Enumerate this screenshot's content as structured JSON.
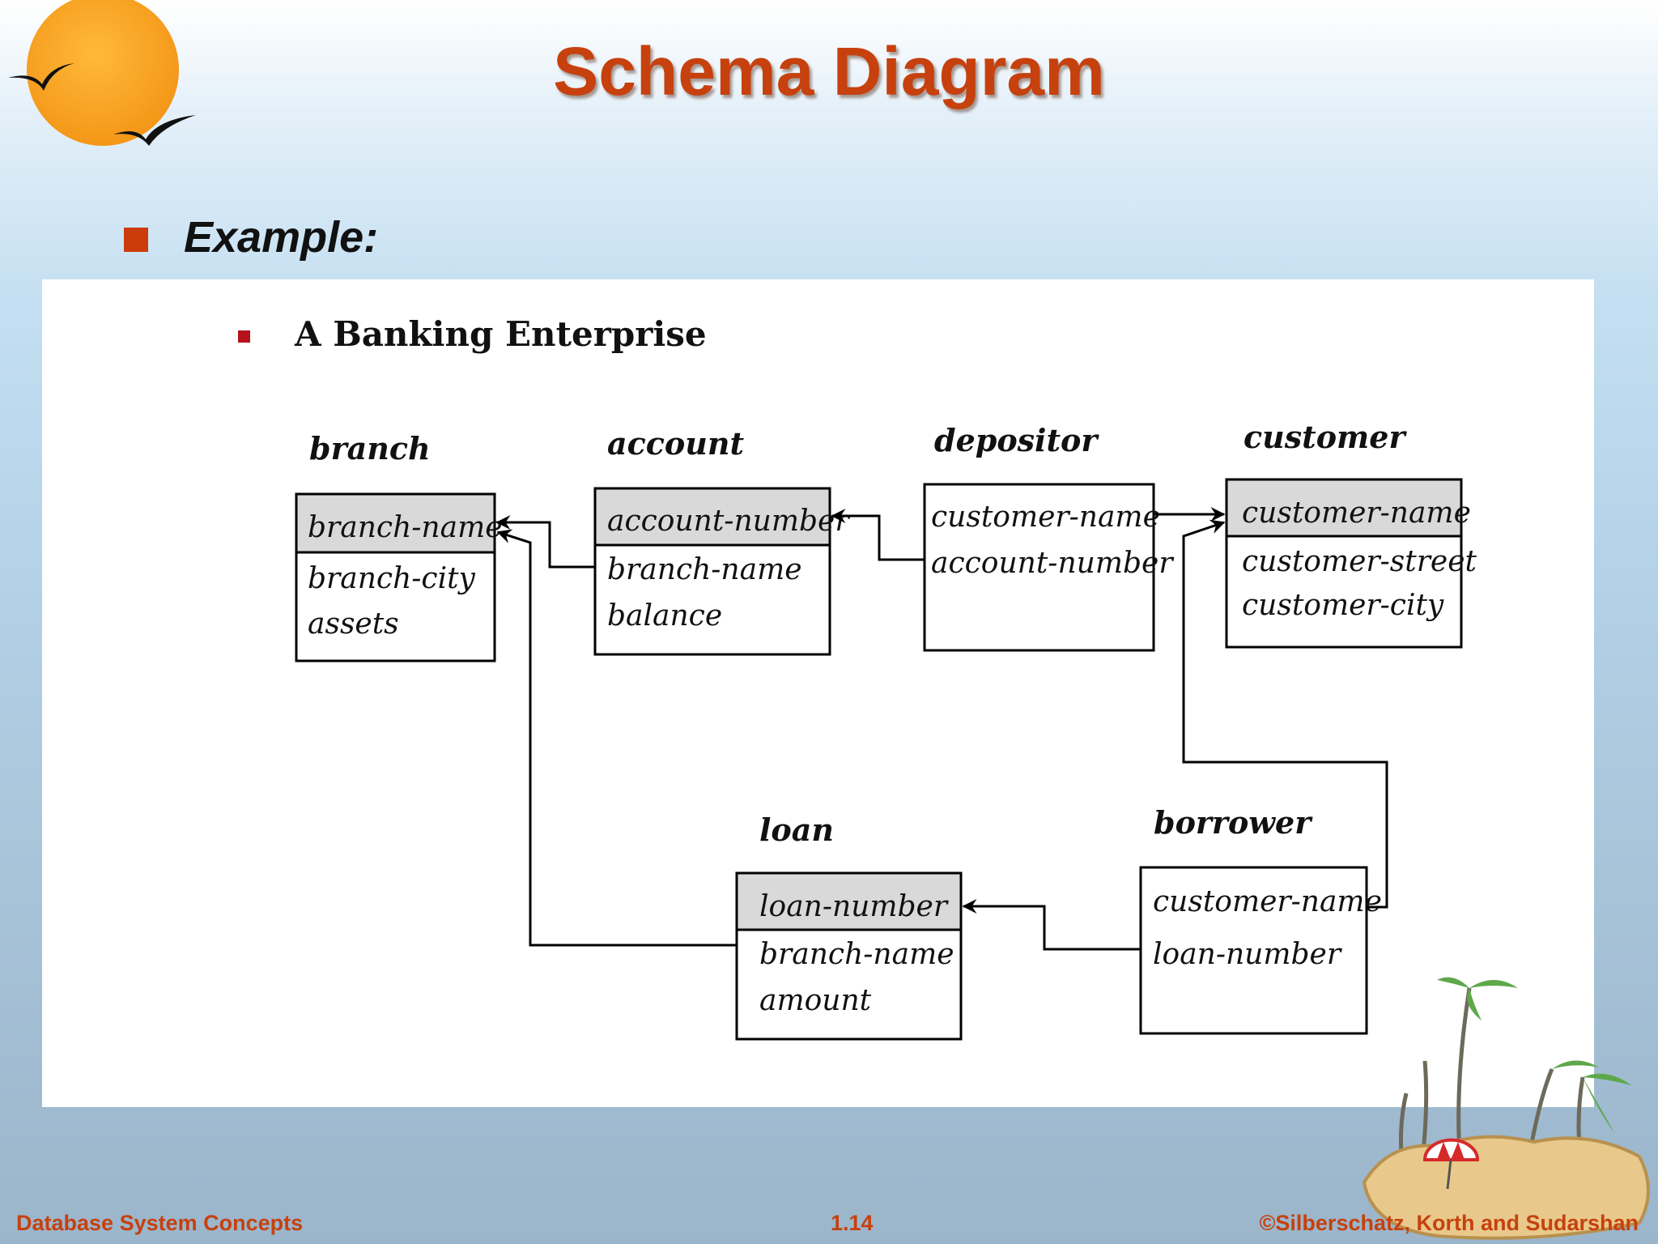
{
  "slide": {
    "title": "Schema Diagram",
    "bullet": "Example:"
  },
  "diagram": {
    "heading": "A Banking Enterprise",
    "tables": {
      "branch": {
        "name": "branch",
        "key": "branch-name",
        "attrs": [
          "branch-city",
          "assets"
        ]
      },
      "account": {
        "name": "account",
        "key": "account-number",
        "attrs": [
          "branch-name",
          "balance"
        ]
      },
      "depositor": {
        "name": "depositor",
        "attrs": [
          "customer-name",
          "account-number"
        ]
      },
      "customer": {
        "name": "customer",
        "key": "customer-name",
        "attrs": [
          "customer-street",
          "customer-city"
        ]
      },
      "loan": {
        "name": "loan",
        "key": "loan-number",
        "attrs": [
          "branch-name",
          "amount"
        ]
      },
      "borrower": {
        "name": "borrower",
        "attrs": [
          "customer-name",
          "loan-number"
        ]
      }
    }
  },
  "footer": {
    "left": "Database System Concepts",
    "center": "1.14",
    "right": "©Silberschatz, Korth and Sudarshan"
  },
  "colors": {
    "title": "#c6410e",
    "accent_square": "#cc3b0b",
    "sun": "#f7a020",
    "key_row_fill": "#d9d9d9"
  },
  "icons": {
    "logo": "sun-with-birds-icon",
    "decoration": "palm-island-icon"
  }
}
